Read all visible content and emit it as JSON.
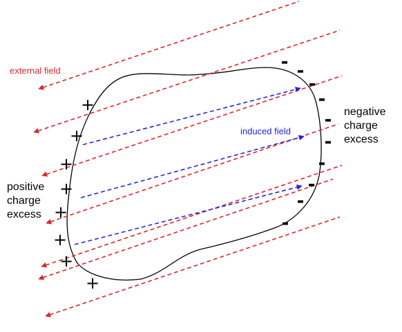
{
  "labels": {
    "external_field": "external field",
    "induced_field": "induced field",
    "positive_lines": [
      "positive",
      "charge",
      "excess"
    ],
    "negative_lines": [
      "negative",
      "charge",
      "excess"
    ]
  },
  "symbols": {
    "positive": "+",
    "negative": "-"
  },
  "colors": {
    "external_field": "#d9262a",
    "induced_field": "#2424d8",
    "outline": "#000000",
    "text": "#000000"
  }
}
